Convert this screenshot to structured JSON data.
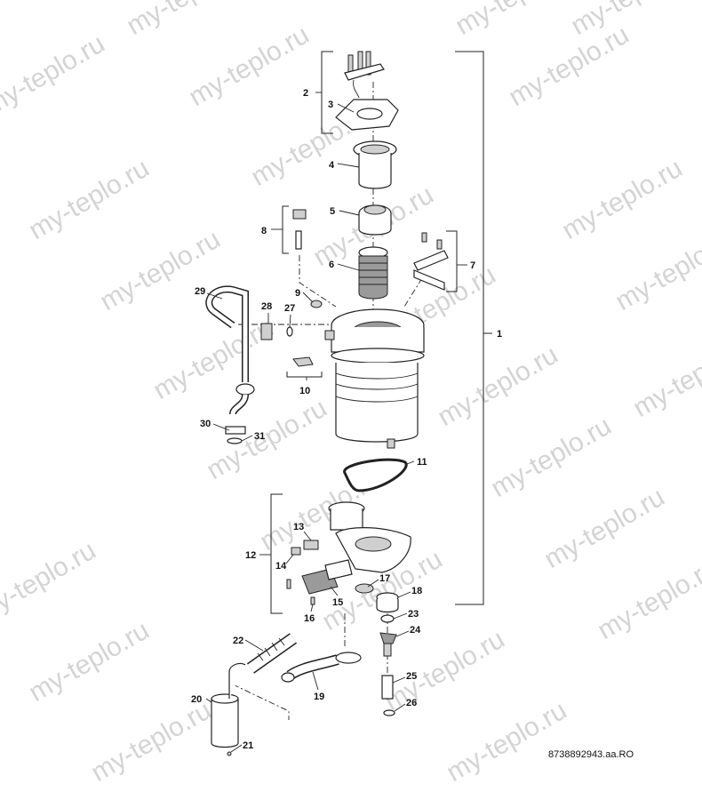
{
  "watermark": "my-teplo.ru",
  "document_ref": "8738892943.aa.RO",
  "callouts": [
    "1",
    "2",
    "3",
    "4",
    "5",
    "6",
    "7",
    "8",
    "9",
    "10",
    "11",
    "12",
    "13",
    "14",
    "15",
    "16",
    "17",
    "18",
    "19",
    "20",
    "21",
    "22",
    "23",
    "24",
    "25",
    "26",
    "27",
    "28",
    "29",
    "30",
    "31"
  ],
  "colors": {
    "line": "#222222",
    "shade": "#cfcfcf",
    "watermark": "#d4d4d4"
  }
}
